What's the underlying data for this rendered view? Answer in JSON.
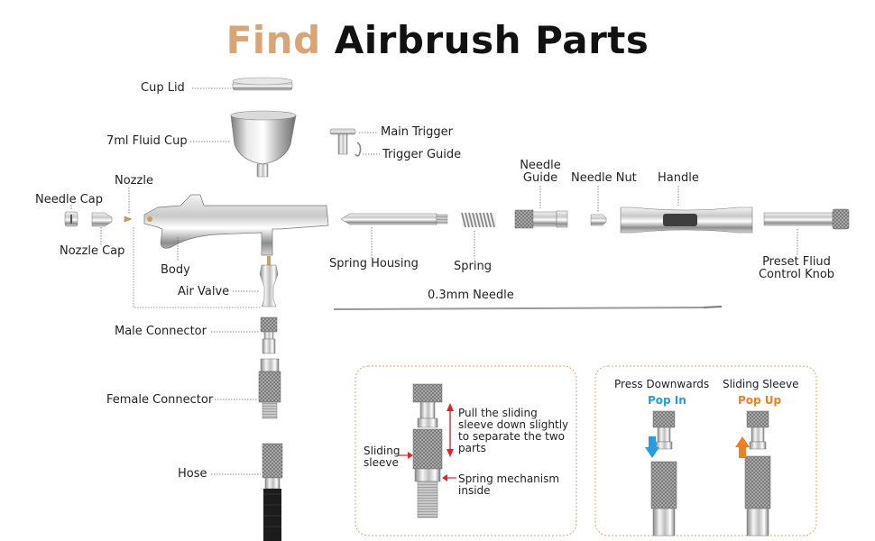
{
  "title": {
    "accent": "Find",
    "main": "Airbrush Parts"
  },
  "labels": {
    "cup_lid": "Cup Lid",
    "fluid_cup": "7ml Fluid Cup",
    "main_trigger": "Main Trigger",
    "trigger_guide": "Trigger Guide",
    "nozzle": "Nozzle",
    "needle_cap": "Needle Cap",
    "nozzle_cap": "Nozzle Cap",
    "body": "Body",
    "air_valve": "Air Valve",
    "needle_guide_1": "Needle",
    "needle_guide_2": "Guide",
    "needle_nut": "Needle Nut",
    "handle": "Handle",
    "spring_housing": "Spring Housing",
    "spring": "Spring",
    "preset_1": "Preset Fliud",
    "preset_2": "Control Knob",
    "needle": "0.3mm Needle",
    "male_connector": "Male Connector",
    "female_connector": "Female Connector",
    "hose": "Hose"
  },
  "box_left": {
    "pull_1": "Pull the sliding",
    "pull_2": "sleeve down slightly",
    "pull_3": "to separate the two",
    "pull_4": "parts",
    "sliding_1": "Sliding",
    "sliding_2": "sleeve",
    "spring_1": "Spring mechanism",
    "spring_2": "inside"
  },
  "box_right": {
    "press": "Press Downwards",
    "pop_in": "Pop In",
    "sleeve": "Sliding Sleeve",
    "pop_up": "Pop Up"
  },
  "colors": {
    "accent": "#d9a577",
    "pop_in": "#2a9be0",
    "pop_up": "#ef7f22",
    "arrow_red": "#d9262c",
    "box_border": "#e7a46a"
  }
}
